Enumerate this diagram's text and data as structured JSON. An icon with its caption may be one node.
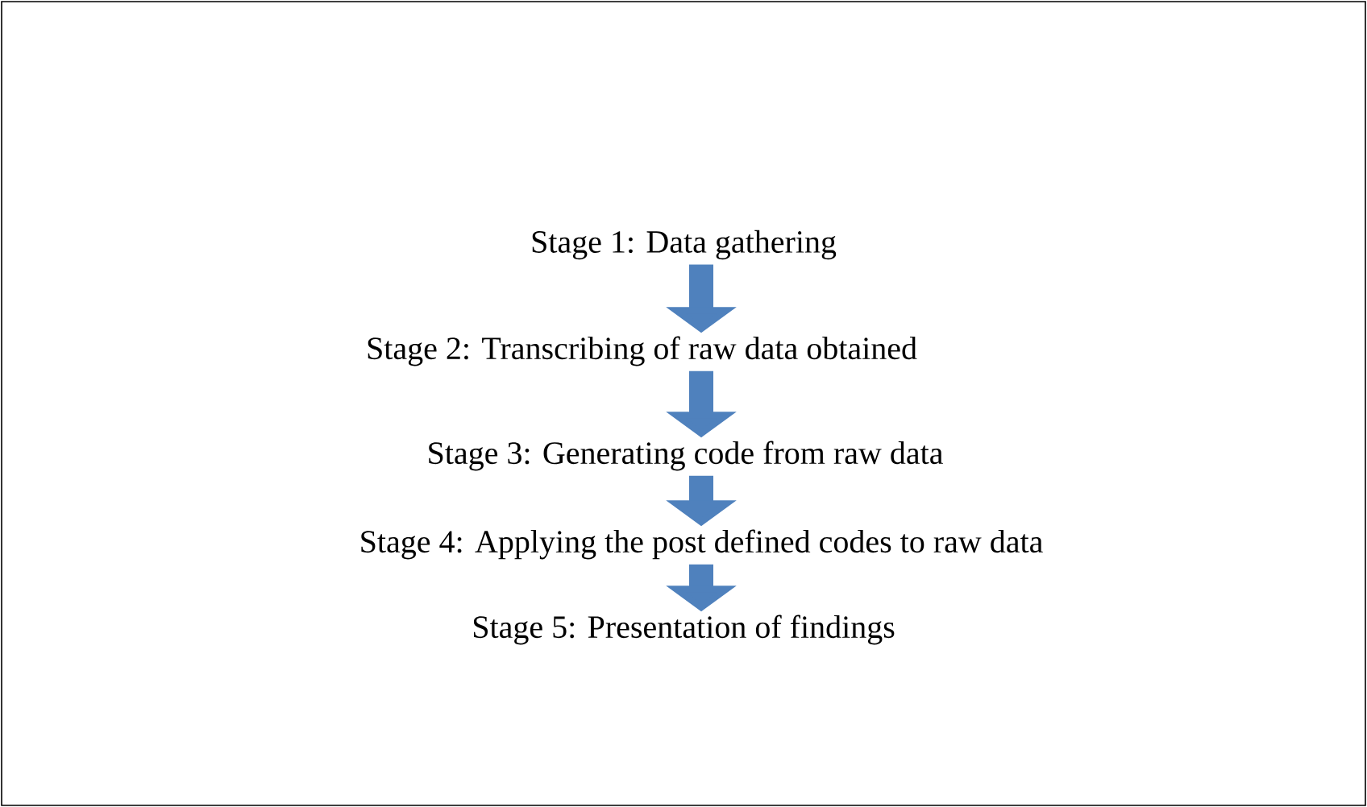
{
  "diagram": {
    "nodes": [
      {
        "text": [
          "Stage 1: Data gathering"
        ]
      },
      {
        "text": [
          "Stage 2: Transcribing of raw data obtained"
        ]
      },
      {
        "text": [
          "Stage 3: Generating code from raw data"
        ]
      },
      {
        "text": [
          "Stage 4: Applying the post defined codes to raw data"
        ]
      },
      {
        "text": [
          "Stage 5: Presentation of findings"
        ]
      }
    ],
    "edges": [
      {
        "from": 0,
        "to": 1,
        "arrow": "to"
      },
      {
        "from": 1,
        "to": 2,
        "arrow": "to"
      },
      {
        "from": 2,
        "to": 3,
        "arrow": "to"
      },
      {
        "from": 3,
        "to": 4,
        "arrow": "to"
      }
    ]
  }
}
